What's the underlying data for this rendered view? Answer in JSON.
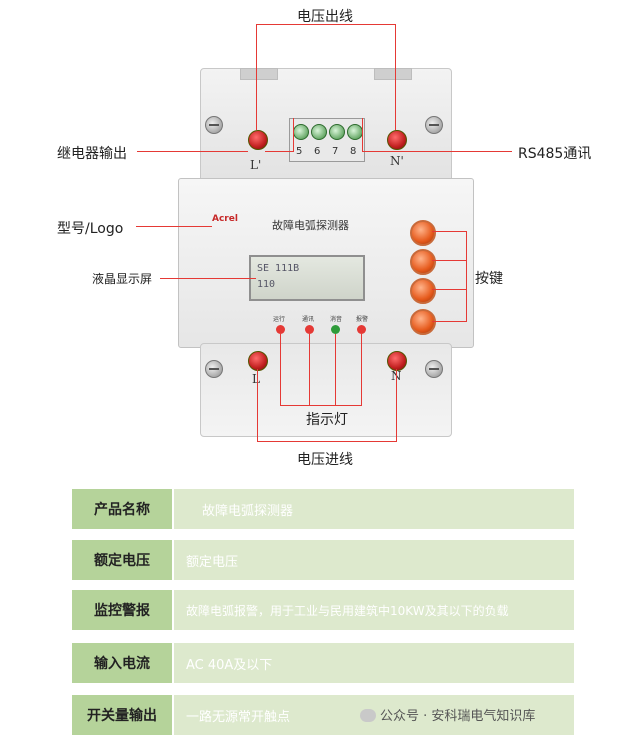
{
  "callouts": {
    "output_voltage": "电压出线",
    "relay_output": "继电器输出",
    "rs485": "RS485通讯",
    "model_logo": "型号/Logo",
    "lcd_screen": "液晶显示屏",
    "buttons": "按键",
    "indicators": "指示灯",
    "input_voltage": "电压进线"
  },
  "device": {
    "terminals": [
      "5",
      "6",
      "7",
      "8"
    ],
    "l_prime": "L'",
    "n_prime": "N'",
    "l": "L",
    "n": "N",
    "logo": "Acrel",
    "title": "故障电弧探测器",
    "lcd_line1": "SE 111B",
    "lcd_line2": "110",
    "leds": [
      "运行",
      "通讯",
      "消音",
      "报警"
    ]
  },
  "table": [
    {
      "label": "产品名称",
      "value": "故障电弧探测器"
    },
    {
      "label": "额定电压",
      "value": "额定电压"
    },
    {
      "label": "监控警报",
      "value": "故障电弧报警，用于工业与民用建筑中10KW及其以下的负载"
    },
    {
      "label": "输入电流",
      "value": "AC 40A及以下"
    },
    {
      "label": "开关量输出",
      "value": "一路无源常开触点"
    }
  ],
  "watermark": "公众号 · 安科瑞电气知识库",
  "colors": {
    "callout_line": "#e53935",
    "label_cell": "#b5d39a",
    "value_cell": "#dde9cd"
  }
}
